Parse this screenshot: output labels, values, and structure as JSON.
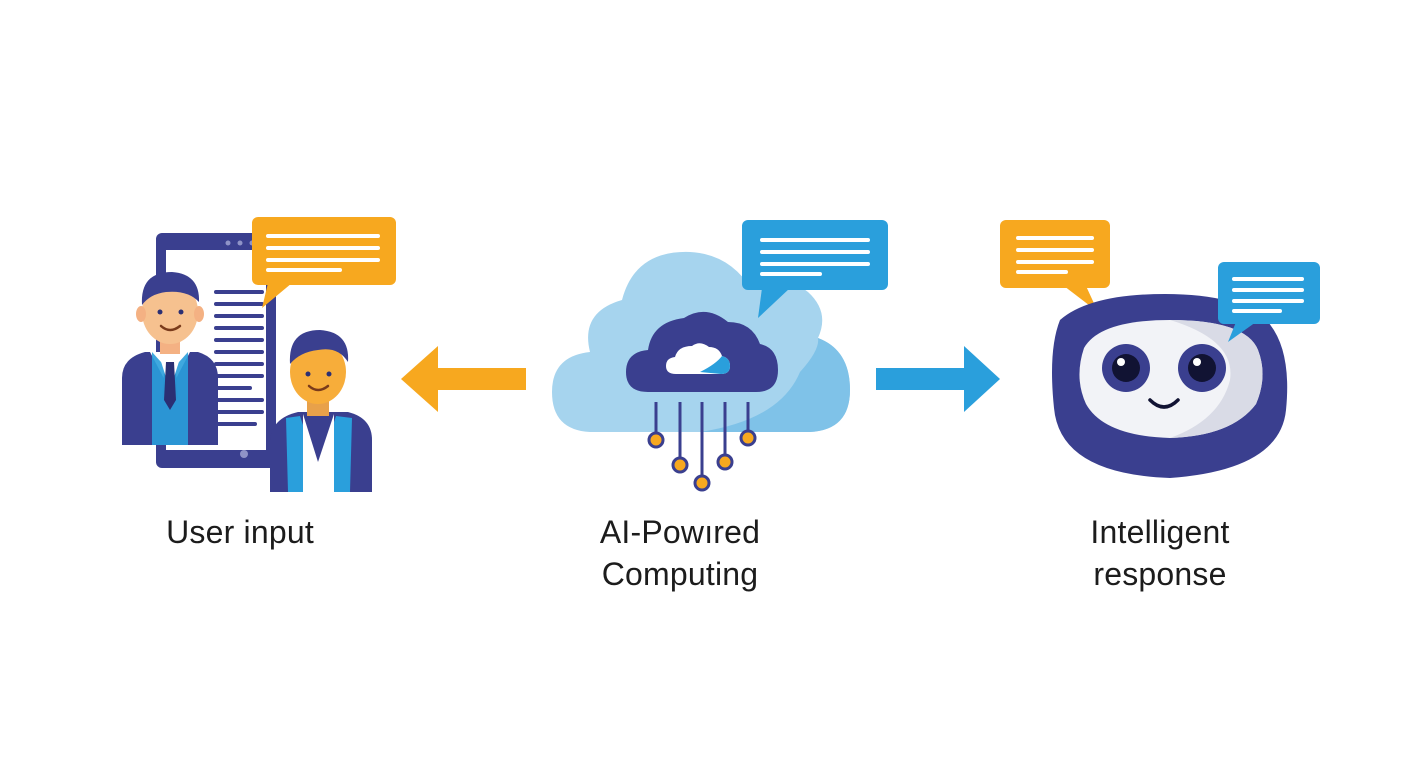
{
  "steps": [
    {
      "label_lines": [
        "User input"
      ]
    },
    {
      "label_lines": [
        "AI-Powıred",
        "Computing"
      ]
    },
    {
      "label_lines": [
        "Intelligent",
        "response"
      ]
    }
  ],
  "colors": {
    "navy": "#3a3f8f",
    "navy_dark": "#2b2f73",
    "orange": "#f7a81f",
    "blue": "#2a9fdc",
    "cloud_light": "#a6d4ee",
    "cloud_mid": "#7fc2e8",
    "text": "#1c1c1c"
  },
  "icons": [
    "tablet-icon",
    "man-avatar-icon",
    "woman-avatar-icon",
    "chat-bubble-icon",
    "cloud-icon",
    "robot-face-icon",
    "arrow-left-icon",
    "arrow-right-icon"
  ]
}
